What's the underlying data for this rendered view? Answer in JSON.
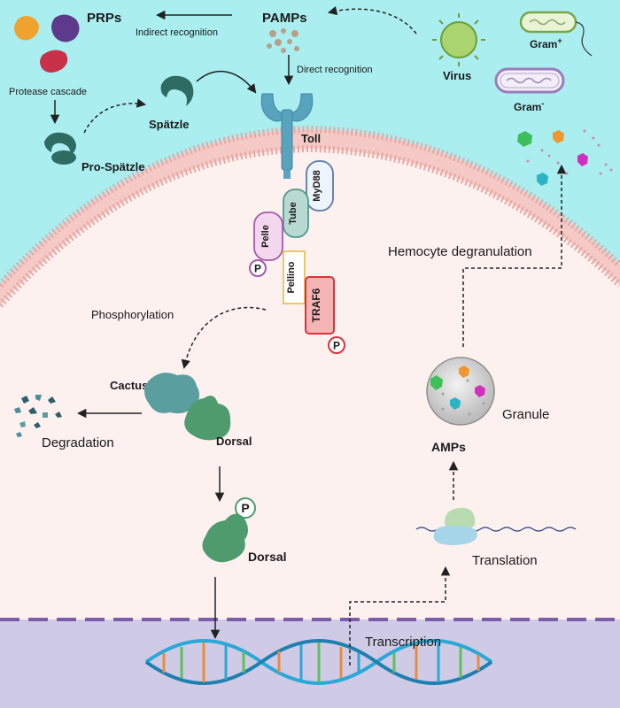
{
  "labels": {
    "prps": "PRPs",
    "indirect_recognition": "Indirect recognition",
    "pamps": "PAMPs",
    "direct_recognition": "Direct recognition",
    "virus": "Virus",
    "gram_pos": "Gram",
    "gram_pos_sup": "+",
    "gram_neg": "Gram",
    "gram_neg_sup": "-",
    "protease_cascade": "Protease cascade",
    "spatzle": "Spätzle",
    "pro_spatzle": "Pro-Spätzle",
    "toll": "Toll",
    "myd88": "MyD88",
    "tube": "Tube",
    "pelle": "Pelle",
    "pellino": "Pellino",
    "traf6": "TRAF6",
    "phospho_p": "P",
    "hemocyte_degranulation": "Hemocyte degranulation",
    "phosphorylation": "Phosphorylation",
    "cactus": "Cactus",
    "dorsal": "Dorsal",
    "degradation": "Degradation",
    "granule": "Granule",
    "amps": "AMPs",
    "translation": "Translation",
    "transcription": "Transcription"
  },
  "colors": {
    "extracellular": "#aaeef0",
    "cytoplasm": "#fdf1f0",
    "membrane": "#f4c9c6",
    "nucleus": "#cfcbe6",
    "nuclear_envelope": "#7c5ba8",
    "toll": "#5aa3bf",
    "dorsal": "#4e9b6e",
    "cactus": "#5a9ea0",
    "pelle_fill": "#f3d7ee",
    "pelle_stroke": "#a25aa8",
    "traf6_fill": "#f6b5b5",
    "traf6_stroke": "#d9333c",
    "pellino_stroke": "#e8c15a",
    "dna_blue": "#2aa8d6"
  }
}
